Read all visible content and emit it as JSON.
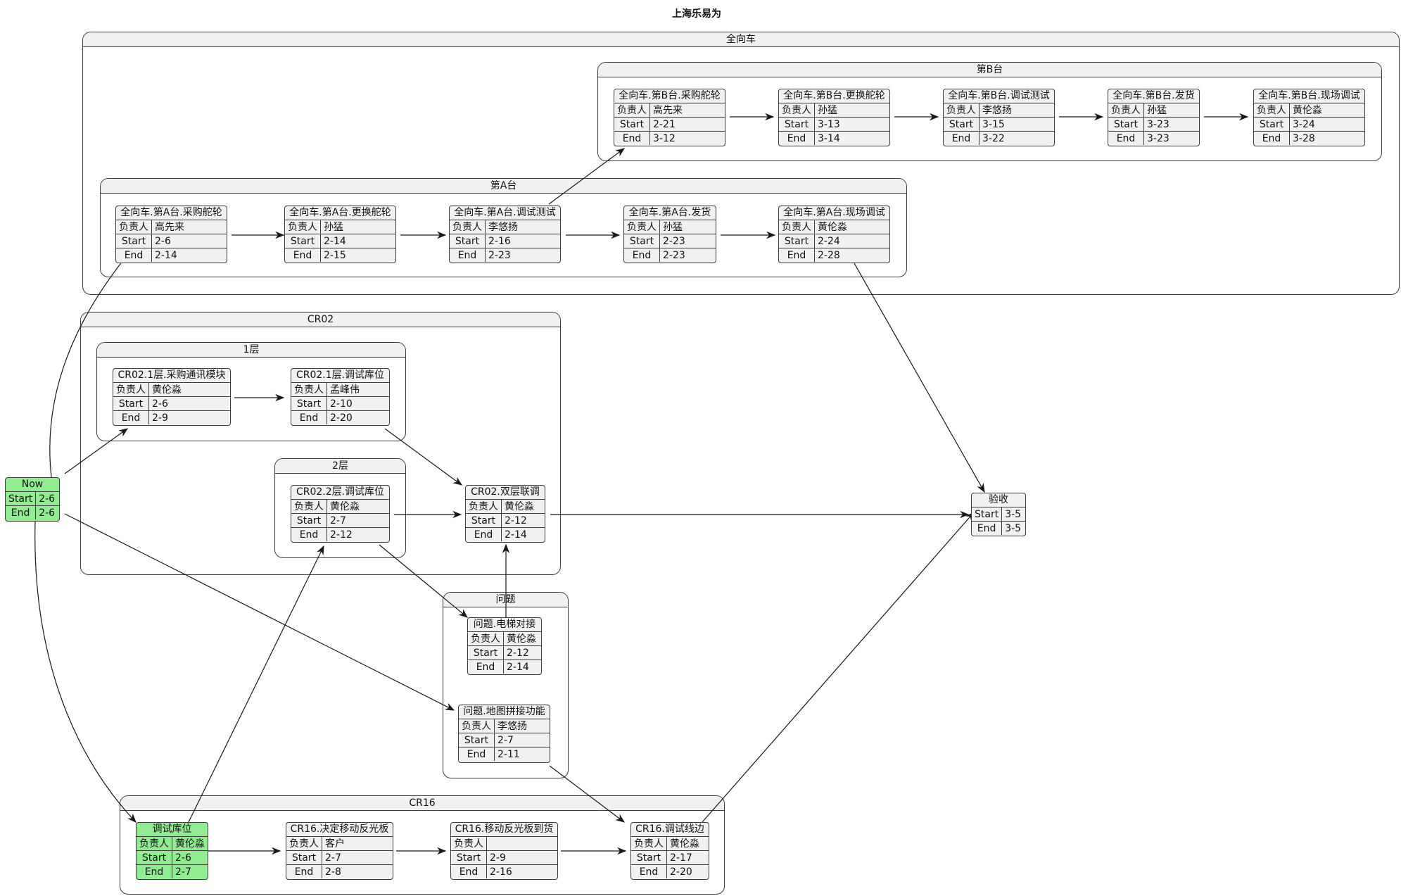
{
  "title": "上海乐易为",
  "labels": {
    "owner": "负责人",
    "start": "Start",
    "end": "End"
  },
  "colors": {
    "fill": "#f1f1f1",
    "highlight": "#90ee90",
    "line": "#3c3c3c"
  },
  "groups": {
    "all": "全向车",
    "b": "第B台",
    "a": "第A台",
    "cr02": "CR02",
    "l1": "1层",
    "l2": "2层",
    "issues": "问题",
    "cr16": "CR16"
  },
  "nodes": {
    "now": {
      "title": "Now",
      "start": "2-6",
      "end": "2-6"
    },
    "a1": {
      "title": "全向车.第A台.采购舵轮",
      "owner": "高先来",
      "start": "2-6",
      "end": "2-14"
    },
    "a2": {
      "title": "全向车.第A台.更换舵轮",
      "owner": "孙猛",
      "start": "2-14",
      "end": "2-15"
    },
    "a3": {
      "title": "全向车.第A台.调试测试",
      "owner": "李悠扬",
      "start": "2-16",
      "end": "2-23"
    },
    "a4": {
      "title": "全向车.第A台.发货",
      "owner": "孙猛",
      "start": "2-23",
      "end": "2-23"
    },
    "a5": {
      "title": "全向车.第A台.现场调试",
      "owner": "黄伦淼",
      "start": "2-24",
      "end": "2-28"
    },
    "b1": {
      "title": "全向车.第B台.采购舵轮",
      "owner": "高先来",
      "start": "2-21",
      "end": "3-12"
    },
    "b2": {
      "title": "全向车.第B台.更换舵轮",
      "owner": "孙猛",
      "start": "3-13",
      "end": "3-14"
    },
    "b3": {
      "title": "全向车.第B台.调试测试",
      "owner": "李悠扬",
      "start": "3-15",
      "end": "3-22"
    },
    "b4": {
      "title": "全向车.第B台.发货",
      "owner": "孙猛",
      "start": "3-23",
      "end": "3-23"
    },
    "b5": {
      "title": "全向车.第B台.现场调试",
      "owner": "黄伦淼",
      "start": "3-24",
      "end": "3-28"
    },
    "c1": {
      "title": "CR02.1层.采购通讯模块",
      "owner": "黄伦淼",
      "start": "2-6",
      "end": "2-9"
    },
    "c2": {
      "title": "CR02.1层.调试库位",
      "owner": "孟峰伟",
      "start": "2-10",
      "end": "2-20"
    },
    "c3": {
      "title": "CR02.2层.调试库位",
      "owner": "黄伦淼",
      "start": "2-7",
      "end": "2-12"
    },
    "c4": {
      "title": "CR02.双层联调",
      "owner": "黄伦淼",
      "start": "2-12",
      "end": "2-14"
    },
    "q1": {
      "title": "问题.电梯对接",
      "owner": "黄伦淼",
      "start": "2-12",
      "end": "2-14"
    },
    "q2": {
      "title": "问题.地图拼接功能",
      "owner": "李悠扬",
      "start": "2-7",
      "end": "2-11"
    },
    "accept": {
      "title": "验收",
      "start": "3-5",
      "end": "3-5"
    },
    "d1": {
      "title": "调试库位",
      "owner": "黄伦淼",
      "start": "2-6",
      "end": "2-7"
    },
    "d2": {
      "title": "CR16.决定移动反光板",
      "owner": "客户",
      "start": "2-7",
      "end": "2-8"
    },
    "d3": {
      "title": "CR16.移动反光板到货",
      "owner": "",
      "start": "2-9",
      "end": "2-16"
    },
    "d4": {
      "title": "CR16.调试线边",
      "owner": "黄伦淼",
      "start": "2-17",
      "end": "2-20"
    }
  }
}
